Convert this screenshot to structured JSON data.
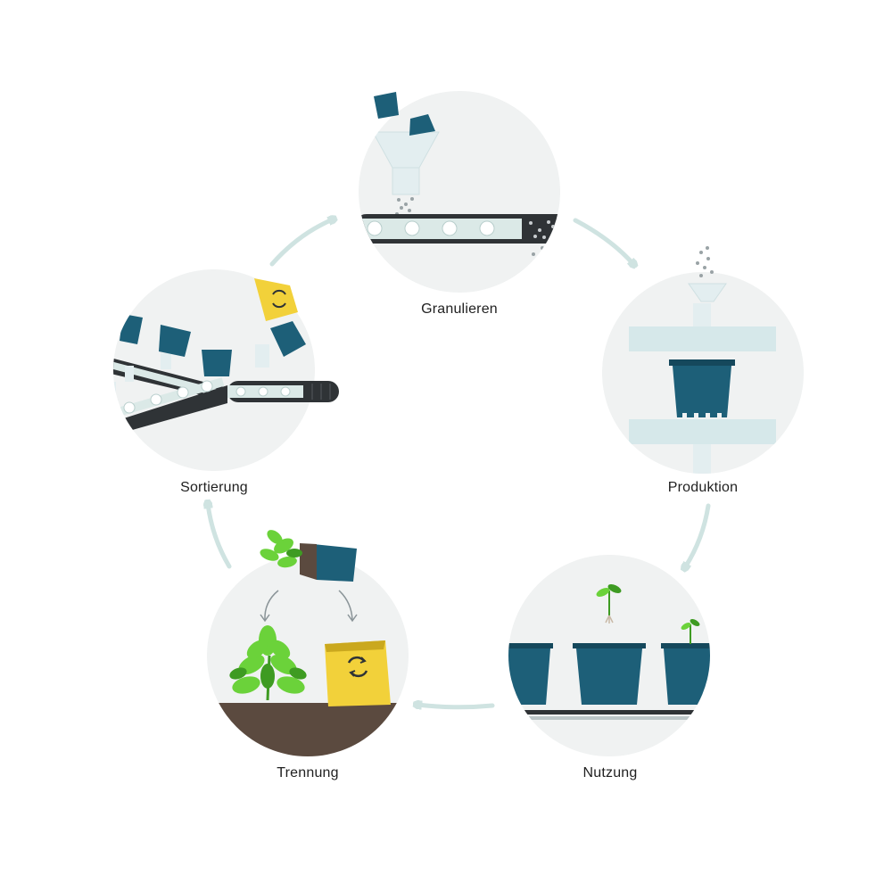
{
  "stages": [
    {
      "id": "granulieren",
      "label": "Granulieren"
    },
    {
      "id": "produktion",
      "label": "Produktion"
    },
    {
      "id": "nutzung",
      "label": "Nutzung"
    },
    {
      "id": "trennung",
      "label": "Trennung"
    },
    {
      "id": "sortierung",
      "label": "Sortierung"
    }
  ],
  "colors": {
    "circle_bg": "#f0f2f2",
    "arrow": "#cfe3e1",
    "pot": "#1d5f78",
    "pot_dark": "#15485c",
    "belt": "#2f3336",
    "roller": "#dbe9e7",
    "machine": "#e3eef0",
    "leaf": "#6bd23a",
    "leaf_dark": "#3e9b22",
    "soil": "#5b4a3f",
    "bag": "#f2d13a",
    "bag_dark": "#caa81e"
  },
  "icons": [
    "recycle-icon",
    "flow-arrow-icon",
    "funnel-icon",
    "conveyor-belt-icon",
    "plant-pot-icon",
    "seedling-icon",
    "recycling-bag-icon"
  ]
}
